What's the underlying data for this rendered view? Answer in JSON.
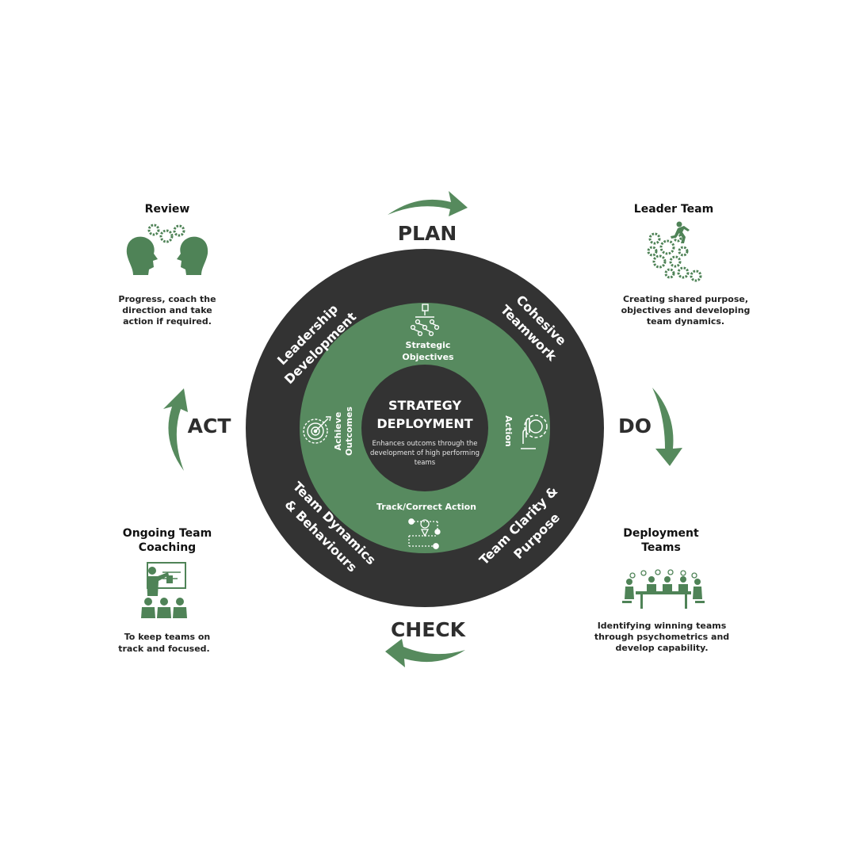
{
  "colors": {
    "dark": "#333333",
    "green": "#578a5f",
    "arrow": "#568a5d",
    "icon": "#4f8357",
    "text": "#1a1a1a"
  },
  "center": {
    "title_line1": "STRATEGY",
    "title_line2": "DEPLOYMENT",
    "desc_line1": "Enhances outcoms through the",
    "desc_line2": "development of high performing",
    "desc_line3": "teams"
  },
  "pdca": {
    "plan": "PLAN",
    "do": "DO",
    "check": "CHECK",
    "act": "ACT"
  },
  "outer_ring": {
    "leadership_line1": "Leadership",
    "leadership_line2": "Development",
    "cohesive_line1": "Cohesive",
    "cohesive_line2": "Teamwork",
    "clarity_line1": "Team Clarity &",
    "clarity_line2": "Purpose",
    "dynamics_line1": "Team Dynamics",
    "dynamics_line2": "& Behaviours"
  },
  "inner_ring": {
    "objectives_line1": "Strategic",
    "objectives_line2": "Objectives",
    "action": "Action",
    "track": "Track/Correct Action",
    "achieve_line1": "Achieve",
    "achieve_line2": "Outcomes"
  },
  "corners": {
    "review": {
      "title": "Review",
      "desc_line1": "Progress, coach the",
      "desc_line2": "direction and take",
      "desc_line3": "action if required.",
      "icon": "heads-gears-icon"
    },
    "leader": {
      "title": "Leader Team",
      "desc_line1": "Creating shared purpose,",
      "desc_line2": "objectives and developing",
      "desc_line3": "team dynamics.",
      "icon": "gears-runner-icon"
    },
    "deployment": {
      "title_line1": "Deployment",
      "title_line2": "Teams",
      "desc_line1": "Identifying winning teams",
      "desc_line2": "through psychometrics and",
      "desc_line3": "develop capability.",
      "icon": "team-meeting-icon"
    },
    "coaching": {
      "title_line1": "Ongoing Team",
      "title_line2": "Coaching",
      "desc_line1": "To keep teams on",
      "desc_line2": "track and focused.",
      "icon": "presentation-icon"
    }
  }
}
